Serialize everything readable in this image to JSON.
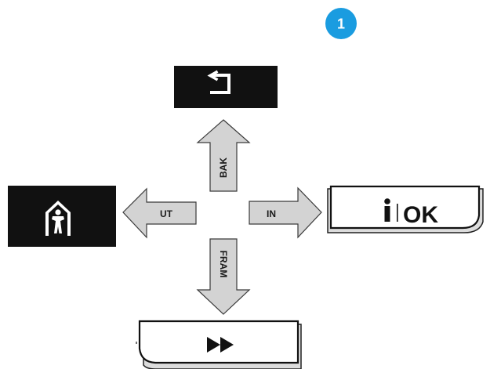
{
  "step_badge": "1",
  "arrows": {
    "up": "BAK",
    "left": "UT",
    "right": "IN",
    "down": "FRAM"
  },
  "keys": {
    "back": {
      "icon": "return-arrow-icon"
    },
    "home": {
      "icon": "home-person-icon"
    },
    "ok": {
      "icon": "info-icon",
      "label": "OK"
    },
    "next": {
      "icon": "double-play-icon"
    }
  },
  "colors": {
    "badge": "#1a9ce0",
    "arrow_fill": "#d3d3d3",
    "key_dark": "#111111"
  }
}
